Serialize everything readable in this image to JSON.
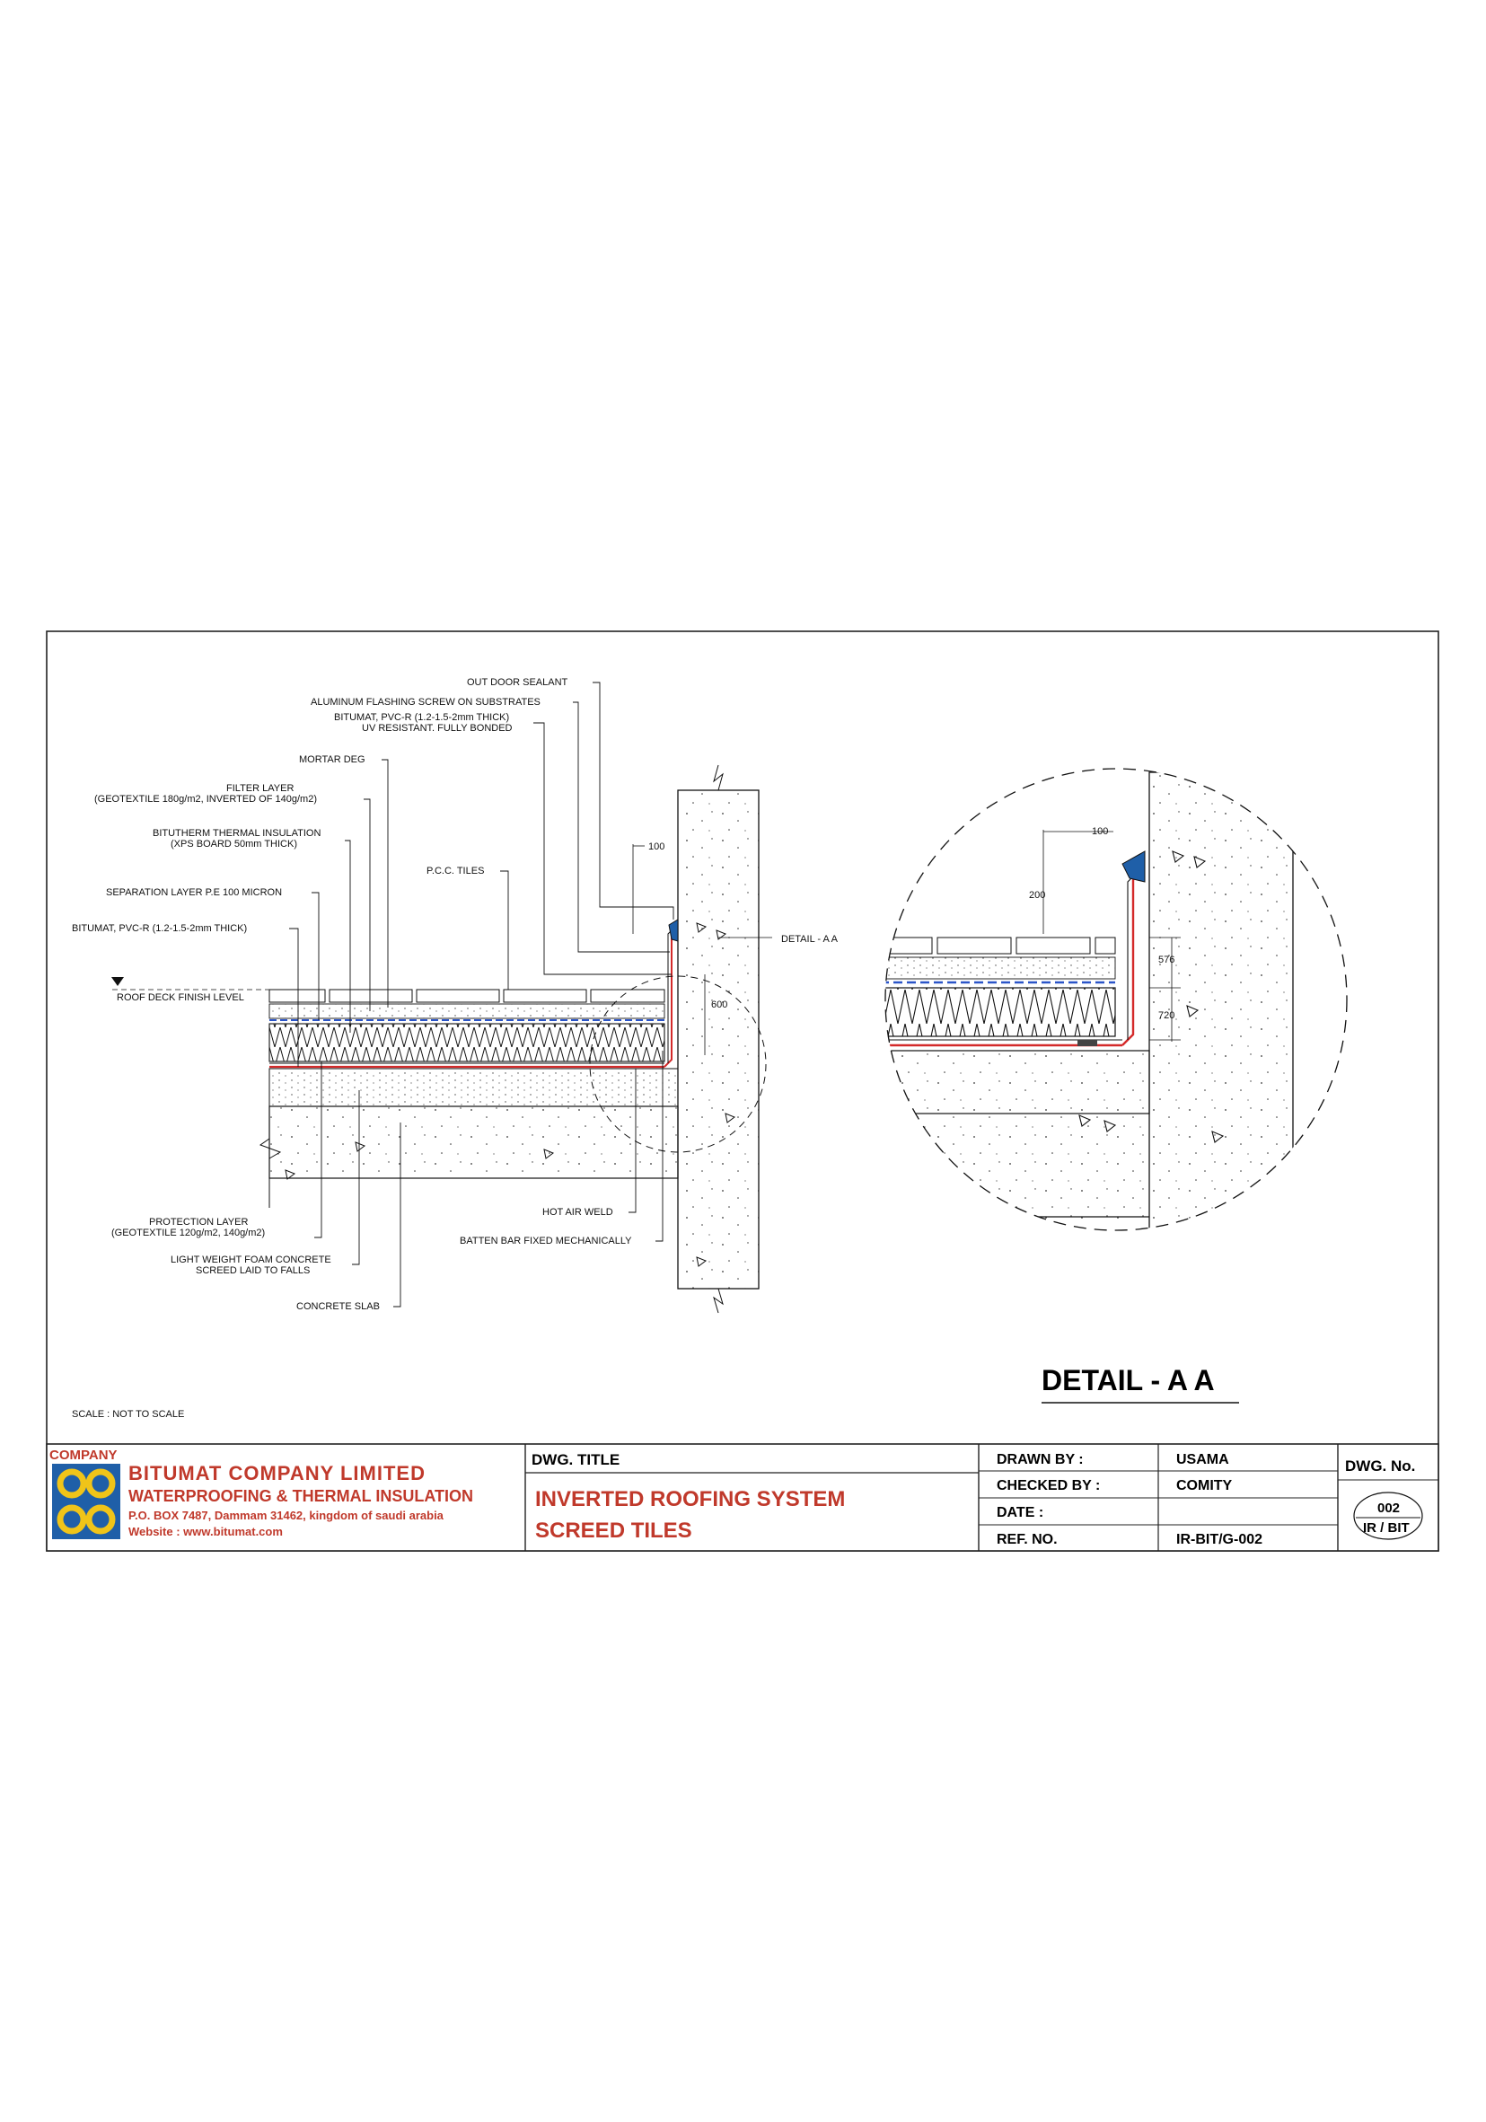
{
  "drawing": {
    "scale_note": "SCALE : NOT TO SCALE",
    "detail_title": "DETAIL - A A",
    "detail_callout": "DETAIL - A A",
    "level_label": "ROOF DECK FINISH LEVEL",
    "labels_top": [
      "OUT DOOR SEALANT",
      "ALUMINUM FLASHING SCREW ON SUBSTRATES",
      "BITUMAT, PVC-R (1.2-1.5-2mm THICK)",
      "UV RESISTANT. FULLY BONDED",
      "MORTAR DEG",
      "FILTER LAYER",
      "(GEOTEXTILE 180g/m2, INVERTED OF 140g/m2)",
      "BITUTHERM THERMAL INSULATION",
      "(XPS BOARD 50mm THICK)",
      "P.C.C. TILES",
      "SEPARATION LAYER P.E 100 MICRON",
      "BITUMAT, PVC-R (1.2-1.5-2mm THICK)"
    ],
    "labels_bottom": [
      "PROTECTION LAYER",
      "(GEOTEXTILE 120g/m2, 140g/m2)",
      "LIGHT WEIGHT FOAM CONCRETE",
      "SCREED LAID TO FALLS",
      "CONCRETE SLAB",
      "HOT AIR WELD",
      "BATTEN BAR FIXED MECHANICALLY"
    ],
    "dims_main": [
      "100",
      "600"
    ],
    "dims_detail": [
      "100",
      "200",
      "576",
      "720"
    ]
  },
  "title_block": {
    "company_label": "COMPANY",
    "company_name": "BITUMAT COMPANY LIMITED",
    "company_tagline": "WATERPROOFING & THERMAL INSULATION",
    "company_address": "P.O. BOX 7487, Dammam 31462, kingdom of saudi arabia",
    "company_website": "Website : www.bitumat.com",
    "dwg_title_label": "DWG. TITLE",
    "dwg_title_line1": "INVERTED ROOFING SYSTEM",
    "dwg_title_line2": "SCREED TILES",
    "drawn_by_label": "DRAWN BY :",
    "drawn_by_value": "USAMA",
    "checked_by_label": "CHECKED BY :",
    "checked_by_value": "COMITY",
    "date_label": "DATE :",
    "date_value": "",
    "ref_label": "REF. NO.",
    "ref_value": "IR-BIT/G-002",
    "dwg_no_label": "DWG. No.",
    "dwg_no_top": "002",
    "dwg_no_bottom": "IR / BIT"
  },
  "colors": {
    "membrane_red": "#d42a2a",
    "separation_blue": "#2b55c8",
    "title_red": "#c0392b",
    "logo_blue": "#1f5fa8",
    "logo_yellow": "#f0c419"
  }
}
